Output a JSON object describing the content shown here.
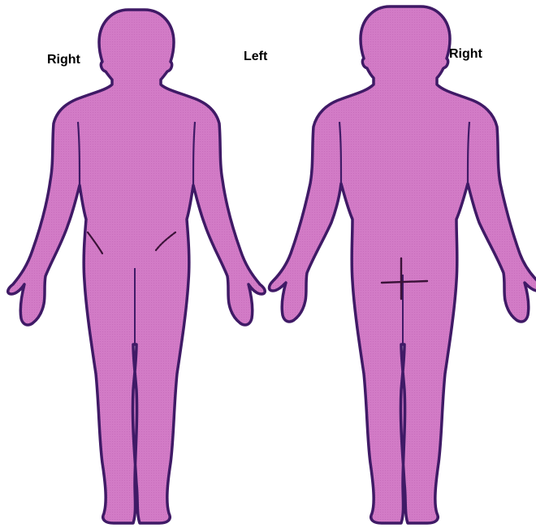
{
  "labels": {
    "front_right": "Right",
    "center_left": "Left",
    "back_right": "Right"
  },
  "colors": {
    "body_fill": "#D27BC6",
    "outline": "#3F1A66",
    "mark": "#3A1238",
    "label_text": "#000000"
  },
  "figures": [
    {
      "view": "front",
      "marks": [
        "right-lower-abdomen-incision",
        "left-lower-abdomen-incision"
      ]
    },
    {
      "view": "back",
      "marks": [
        "lower-back-cross-mark"
      ]
    }
  ]
}
